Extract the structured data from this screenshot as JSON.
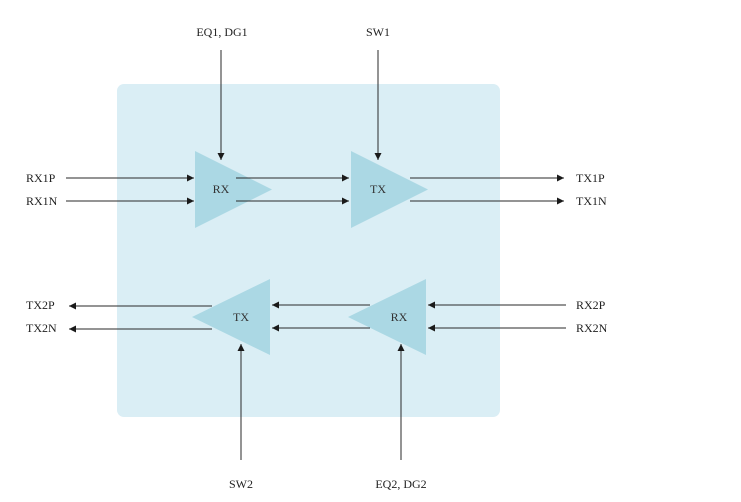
{
  "colors": {
    "panel": "#daeef5",
    "amplifier": "#abd8e4",
    "wire": "#2a2a2a",
    "text": "#222222"
  },
  "top_controls": {
    "eq1_dg1": "EQ1, DG1",
    "sw1": "SW1"
  },
  "bottom_controls": {
    "sw2": "SW2",
    "eq2_dg2": "EQ2, DG2"
  },
  "left_signals": {
    "rx1p": "RX1P",
    "rx1n": "RX1N",
    "tx2p": "TX2P",
    "tx2n": "TX2N"
  },
  "right_signals": {
    "tx1p": "TX1P",
    "tx1n": "TX1N",
    "rx2p": "RX2P",
    "rx2n": "RX2N"
  },
  "amplifiers": {
    "upper_rx": "RX",
    "upper_tx": "TX",
    "lower_tx": "TX",
    "lower_rx": "RX"
  }
}
